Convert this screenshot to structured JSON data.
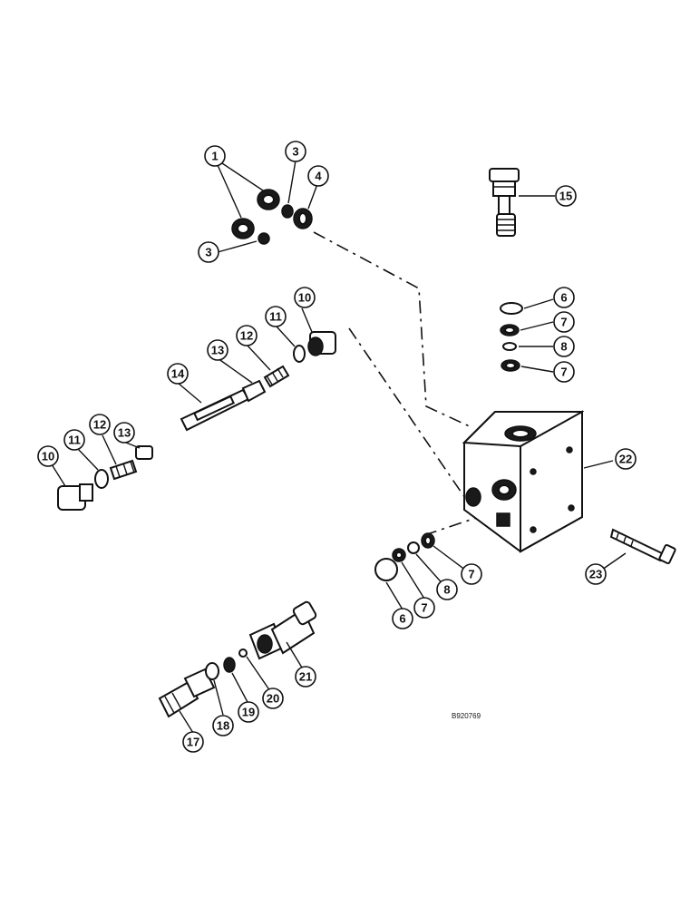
{
  "drawing_code": "B920769",
  "callouts": [
    {
      "id": "c1",
      "text": "1"
    },
    {
      "id": "c3a",
      "text": "3"
    },
    {
      "id": "c3b",
      "text": "3"
    },
    {
      "id": "c4",
      "text": "4"
    },
    {
      "id": "c15",
      "text": "15"
    },
    {
      "id": "c6a",
      "text": "6"
    },
    {
      "id": "c7a",
      "text": "7"
    },
    {
      "id": "c8a",
      "text": "8"
    },
    {
      "id": "c7b",
      "text": "7"
    },
    {
      "id": "c10a",
      "text": "10"
    },
    {
      "id": "c11a",
      "text": "11"
    },
    {
      "id": "c12a",
      "text": "12"
    },
    {
      "id": "c13a",
      "text": "13"
    },
    {
      "id": "c14",
      "text": "14"
    },
    {
      "id": "c10b",
      "text": "10"
    },
    {
      "id": "c11b",
      "text": "11"
    },
    {
      "id": "c12b",
      "text": "12"
    },
    {
      "id": "c13b",
      "text": "13"
    },
    {
      "id": "c22",
      "text": "22"
    },
    {
      "id": "c23",
      "text": "23"
    },
    {
      "id": "c6b",
      "text": "6"
    },
    {
      "id": "c7c",
      "text": "7"
    },
    {
      "id": "c8b",
      "text": "8"
    },
    {
      "id": "c7d",
      "text": "7"
    },
    {
      "id": "c21",
      "text": "21"
    },
    {
      "id": "c20",
      "text": "20"
    },
    {
      "id": "c19",
      "text": "19"
    },
    {
      "id": "c18",
      "text": "18"
    },
    {
      "id": "c17",
      "text": "17"
    }
  ]
}
